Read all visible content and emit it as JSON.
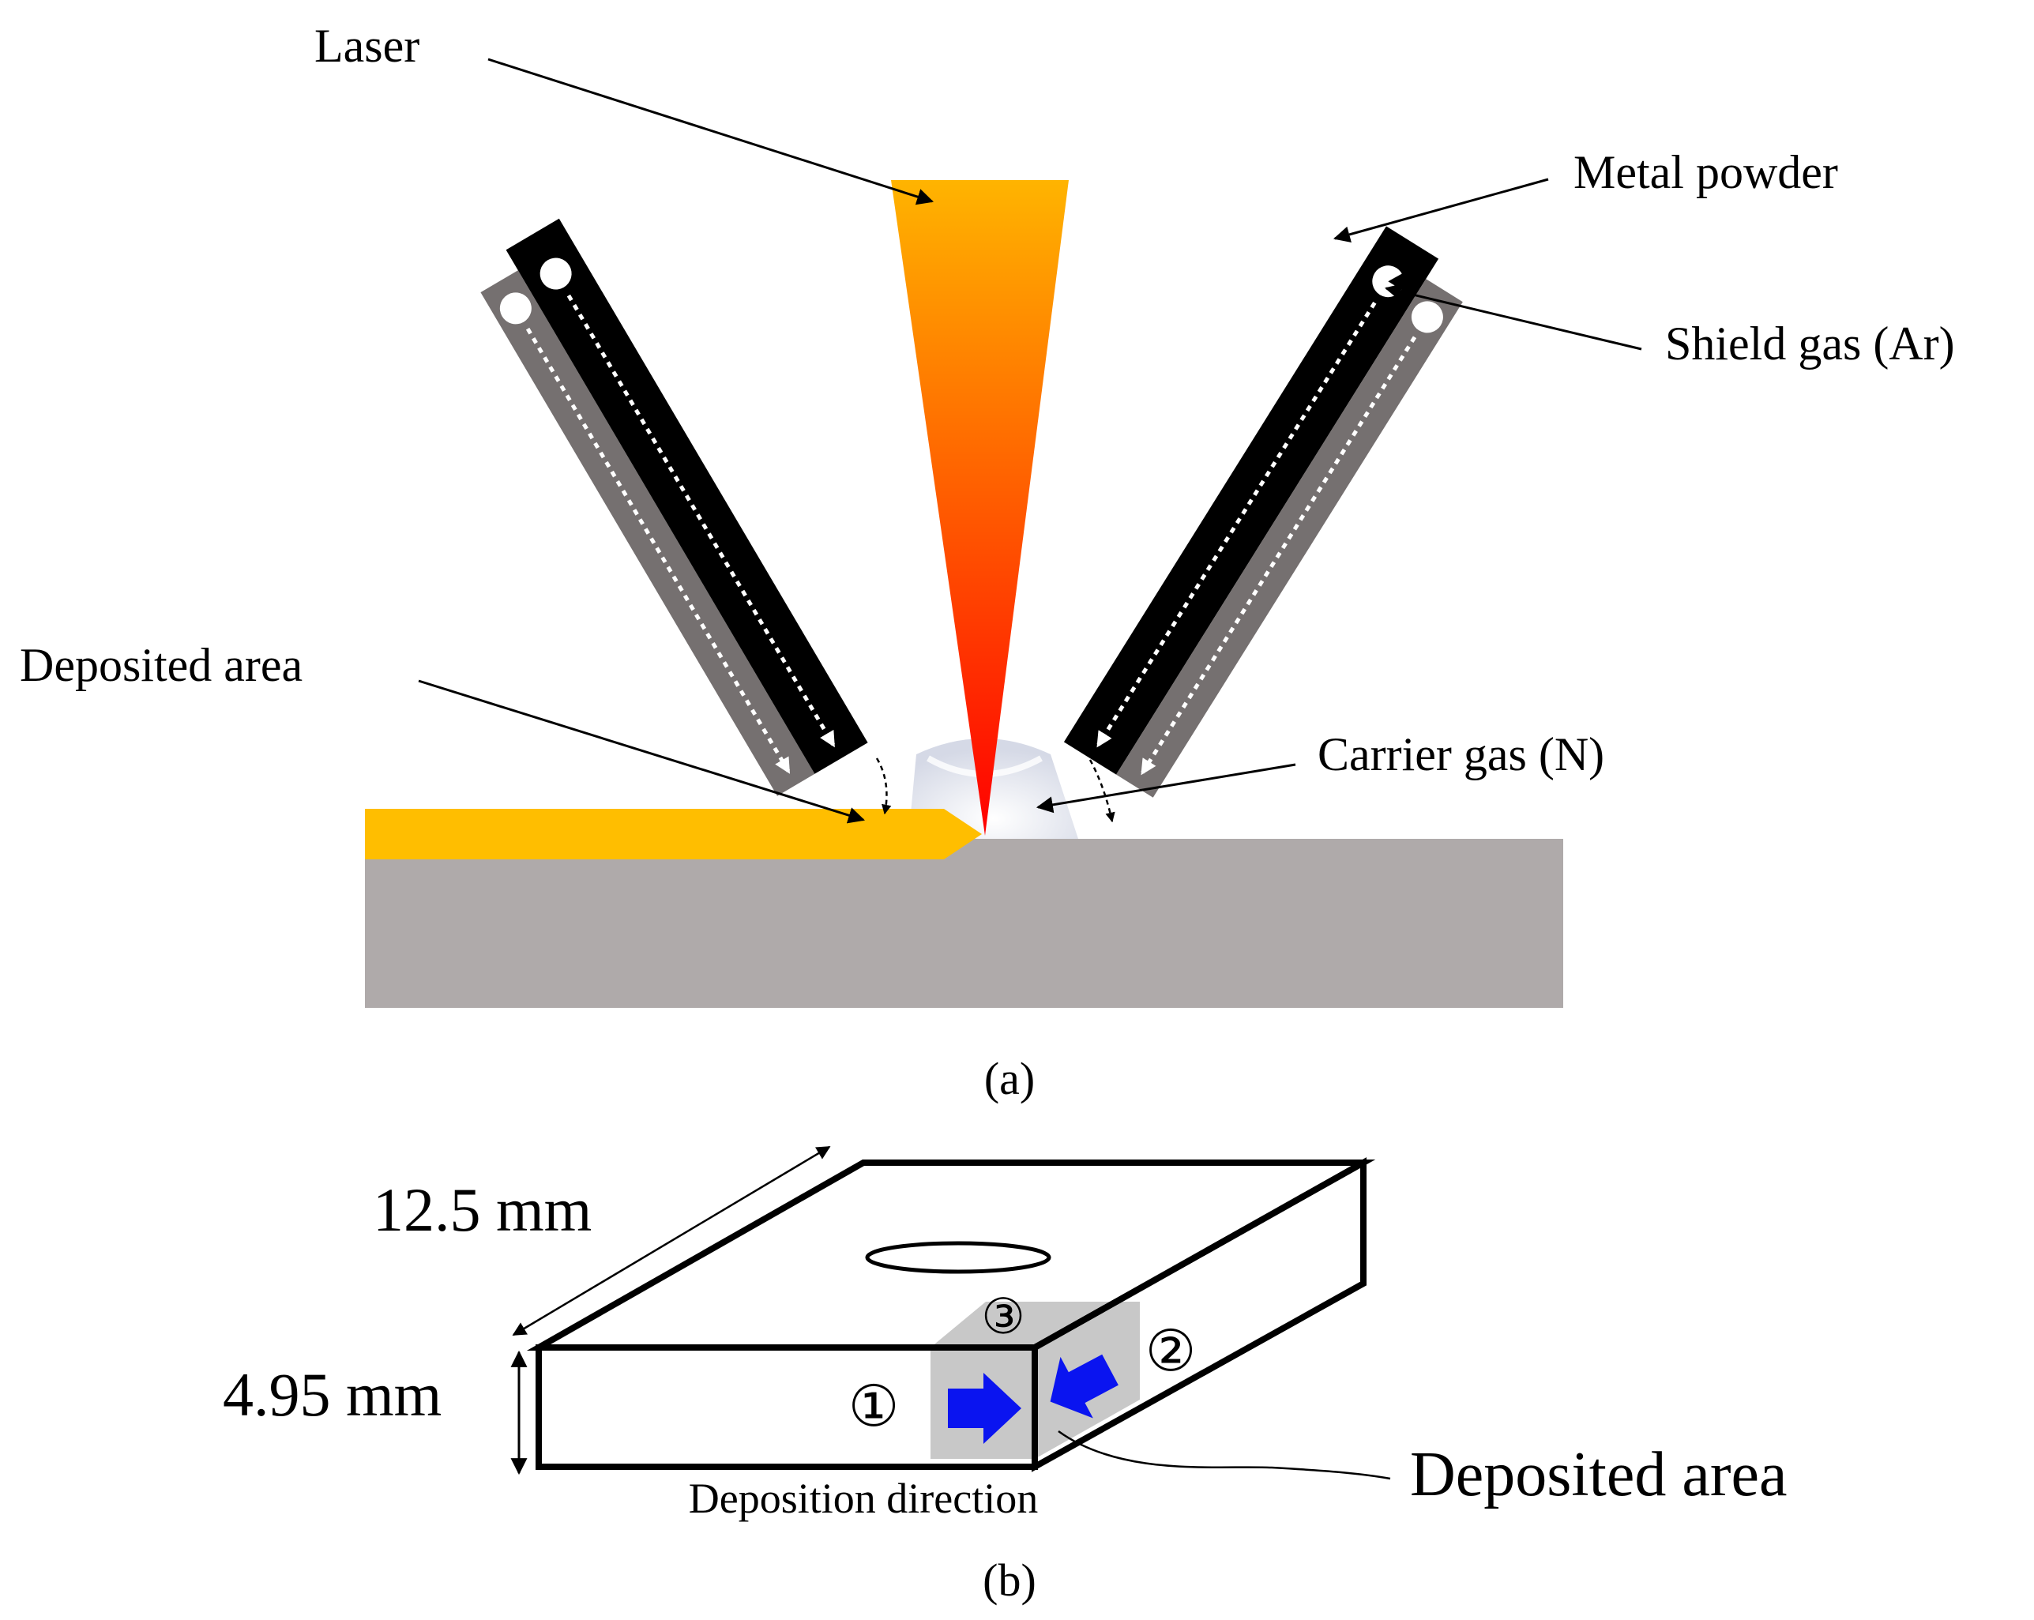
{
  "panel_a": {
    "labels": {
      "laser": "Laser",
      "metal_powder": "Metal powder",
      "shield_gas": "Shield gas (Ar)",
      "deposited_area": "Deposited area",
      "carrier_gas": "Carrier gas (N)"
    },
    "caption": "(a)"
  },
  "panel_b": {
    "labels": {
      "length": "12.5 mm",
      "height": "4.95 mm",
      "deposition_direction": "Deposition direction",
      "deposited_area": "Deposited area"
    },
    "markers": [
      "①",
      "②",
      "③"
    ],
    "caption": "(b)"
  },
  "colors": {
    "laser_top": "#FFB400",
    "laser_bottom": "#FF0000",
    "deposit": "#FFBE00",
    "substrate": "#AFAAAA",
    "nozzle_dark": "#000000",
    "nozzle_gray": "#757070",
    "direction_arrow": "#0A14F0",
    "deposited_zone": "#C8C8C8"
  }
}
